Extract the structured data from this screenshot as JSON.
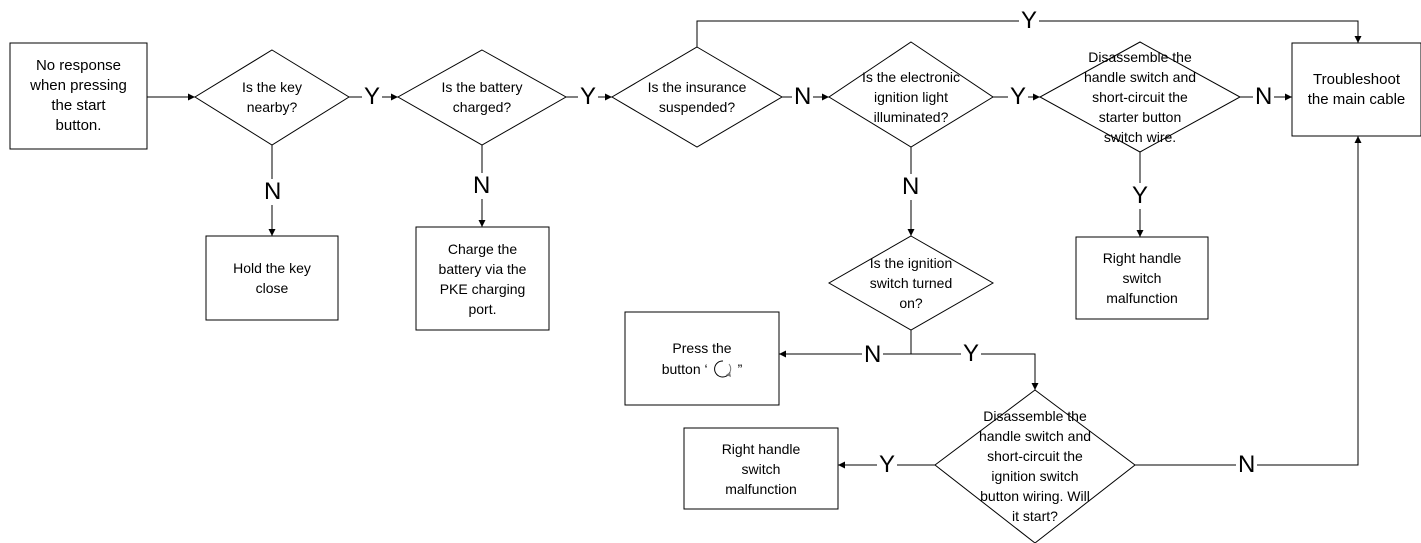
{
  "nodes": {
    "start": "No response\nwhen pressing\nthe start\nbutton.",
    "key_nearby": "Is the key\nnearby?",
    "battery_charged": "Is the battery\ncharged?",
    "insurance_suspended": "Is the insurance\nsuspended?",
    "ignition_light": "Is the electronic\nignition light\nilluminated?",
    "short_starter": "Disassemble the\nhandle switch and\nshort-circuit the\nstarter button\nswitch wire.",
    "troubleshoot_cable": "Troubleshoot\nthe main cable",
    "hold_key": "Hold the key\nclose",
    "charge_battery": "Charge the\nbattery via the\nPKE charging\nport.",
    "ignition_switch_on": "Is the ignition\nswitch turned\non?",
    "right_handle_malfunction_1": "Right handle\nswitch\nmalfunction",
    "press_button_line1": "Press the",
    "press_button_line2_pre": "button ‘",
    "press_button_line2_post": "”",
    "short_ignition": "Disassemble the\nhandle switch and\nshort-circuit the\nignition switch\nbutton wiring. Will\nit start?",
    "right_handle_malfunction_2": "Right handle\nswitch\nmalfunction"
  },
  "edge_labels": {
    "key_yes": "Y",
    "key_no": "N",
    "battery_yes": "Y",
    "battery_no": "N",
    "insurance_yes": "Y",
    "insurance_no": "N",
    "ignition_light_yes": "Y",
    "ignition_light_no": "N",
    "starter_yes": "Y",
    "starter_no": "N",
    "ignition_switch_yes": "Y",
    "ignition_switch_no": "N",
    "ignition_short_yes": "Y",
    "ignition_short_no": "N"
  },
  "icons": {
    "power_button_icon": "circular-arrow-icon"
  }
}
